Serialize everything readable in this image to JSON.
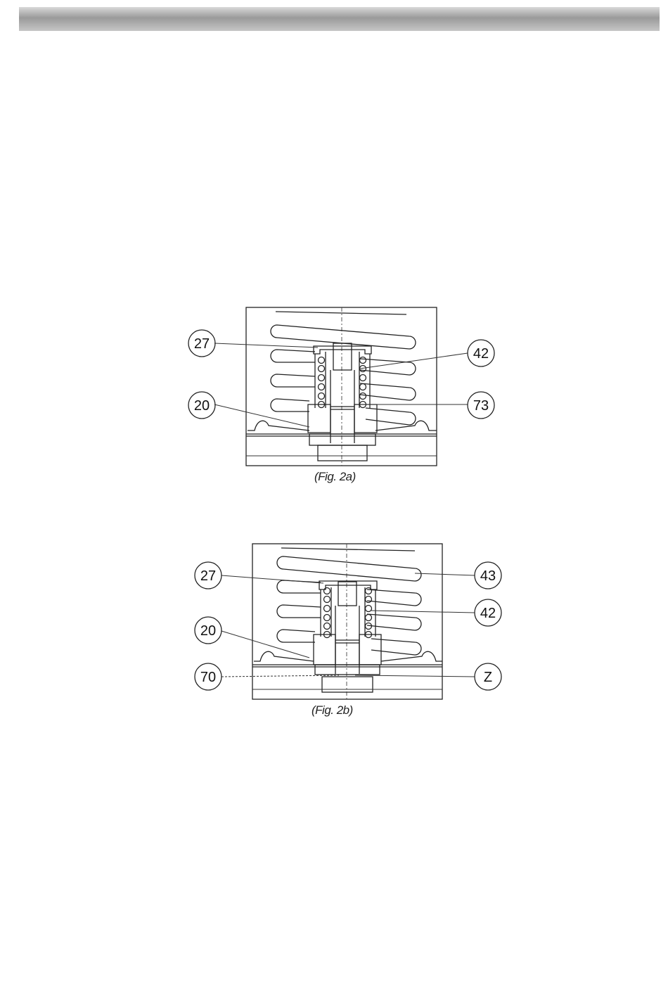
{
  "figures": [
    {
      "caption": "(Fig. 2a)",
      "callouts": [
        {
          "label": "27"
        },
        {
          "label": "42"
        },
        {
          "label": "20"
        },
        {
          "label": "73"
        }
      ]
    },
    {
      "caption": "(Fig. 2b)",
      "callouts": [
        {
          "label": "27"
        },
        {
          "label": "43"
        },
        {
          "label": "42"
        },
        {
          "label": "20"
        },
        {
          "label": "70"
        },
        {
          "label": "Z"
        }
      ]
    }
  ]
}
